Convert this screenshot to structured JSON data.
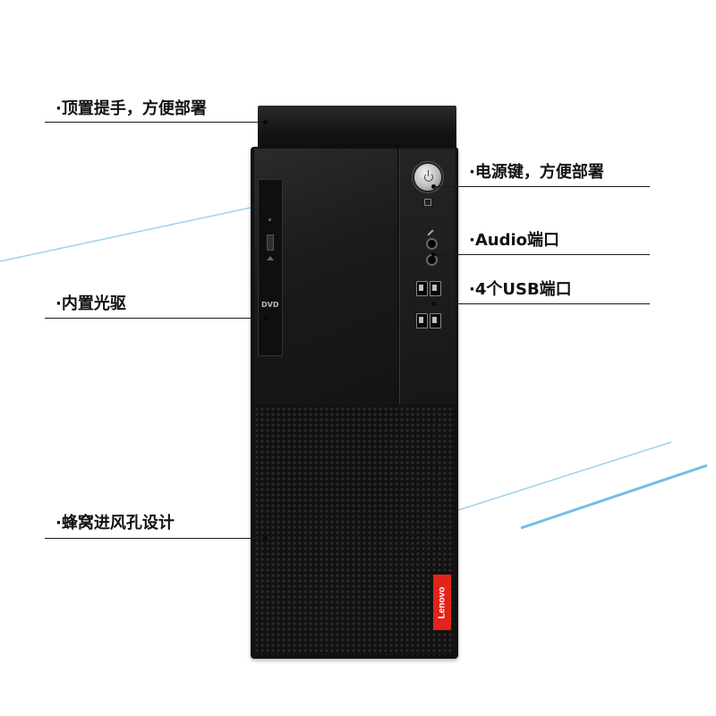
{
  "callouts": {
    "top_handle": "·顶置提手，方便部署",
    "power_button": "·电源键，方便部署",
    "audio_port": "·Audio端口",
    "usb_ports": "·4个USB端口",
    "optical_drive": "·内置光驱",
    "honeycomb_vent": "·蜂窝进风孔设计"
  },
  "product": {
    "brand_badge": "Lenovo",
    "dvd_logo": "DVD"
  },
  "colors": {
    "accent_line": "#7cc3e6",
    "brand_red": "#e2231a",
    "tower": "#111111"
  }
}
